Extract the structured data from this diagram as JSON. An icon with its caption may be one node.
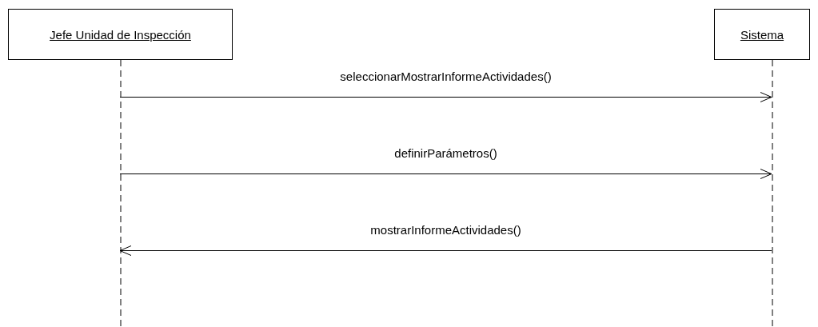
{
  "diagram": {
    "nodes": [
      {
        "text": [
          "Jefe Unidad de Inspección"
        ]
      },
      {
        "text": [
          "Sistema"
        ]
      }
    ],
    "edges": [
      {
        "from": 0,
        "to": 1,
        "arrow": "to",
        "label": "seleccionarMostrarInformeActividades()"
      },
      {
        "from": 0,
        "to": 1,
        "arrow": "to",
        "label": "definirParámetros()"
      },
      {
        "from": 1,
        "to": 0,
        "arrow": "to",
        "label": "mostrarInformeActividades()"
      }
    ]
  }
}
